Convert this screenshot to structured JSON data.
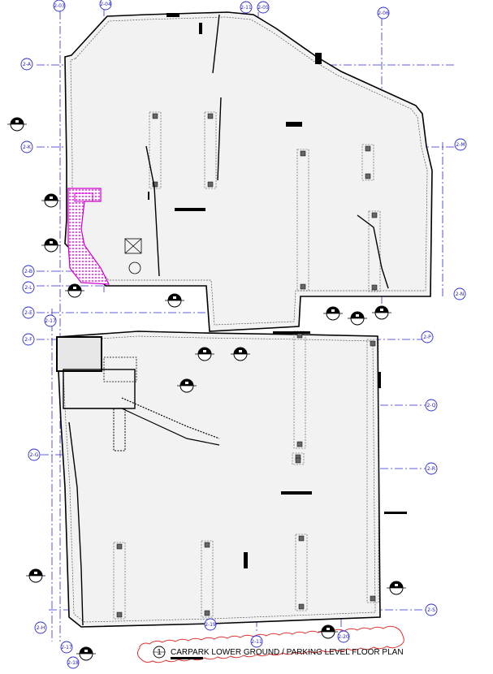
{
  "drawing": {
    "title_number": "1",
    "title": "CARPARK LOWER GROUND / PARKING LEVEL FLOOR PLAN"
  },
  "grid_bubbles": [
    {
      "id": "b-2-03",
      "label": "2-03"
    },
    {
      "id": "b-2-04",
      "label": "2-04"
    },
    {
      "id": "b-2-11",
      "label": "2-11"
    },
    {
      "id": "b-2-05",
      "label": "2-05"
    },
    {
      "id": "b-2-06",
      "label": "2-06"
    },
    {
      "id": "b-2-a",
      "label": "2-A"
    },
    {
      "id": "b-2-k",
      "label": "2-K"
    },
    {
      "id": "b-2-m",
      "label": "2-M"
    },
    {
      "id": "b-2-b",
      "label": "2-B"
    },
    {
      "id": "b-2-l",
      "label": "2-L"
    },
    {
      "id": "b-2-n",
      "label": "2-N"
    },
    {
      "id": "b-2-e",
      "label": "2-E"
    },
    {
      "id": "b-2-17a",
      "label": "2-17"
    },
    {
      "id": "b-2-f",
      "label": "2-F"
    },
    {
      "id": "b-2-p",
      "label": "2-P"
    },
    {
      "id": "b-2-q",
      "label": "2-Q"
    },
    {
      "id": "b-2-g",
      "label": "2-G"
    },
    {
      "id": "b-2-r",
      "label": "2-R"
    },
    {
      "id": "b-2-s",
      "label": "2-S"
    },
    {
      "id": "b-2-h",
      "label": "2-H"
    },
    {
      "id": "b-2-19",
      "label": "2-19"
    },
    {
      "id": "b-2-11b",
      "label": "2-11"
    },
    {
      "id": "b-2-20",
      "label": "2-20"
    },
    {
      "id": "b-2-17b",
      "label": "2-17"
    },
    {
      "id": "b-2-18",
      "label": "2-18"
    }
  ]
}
